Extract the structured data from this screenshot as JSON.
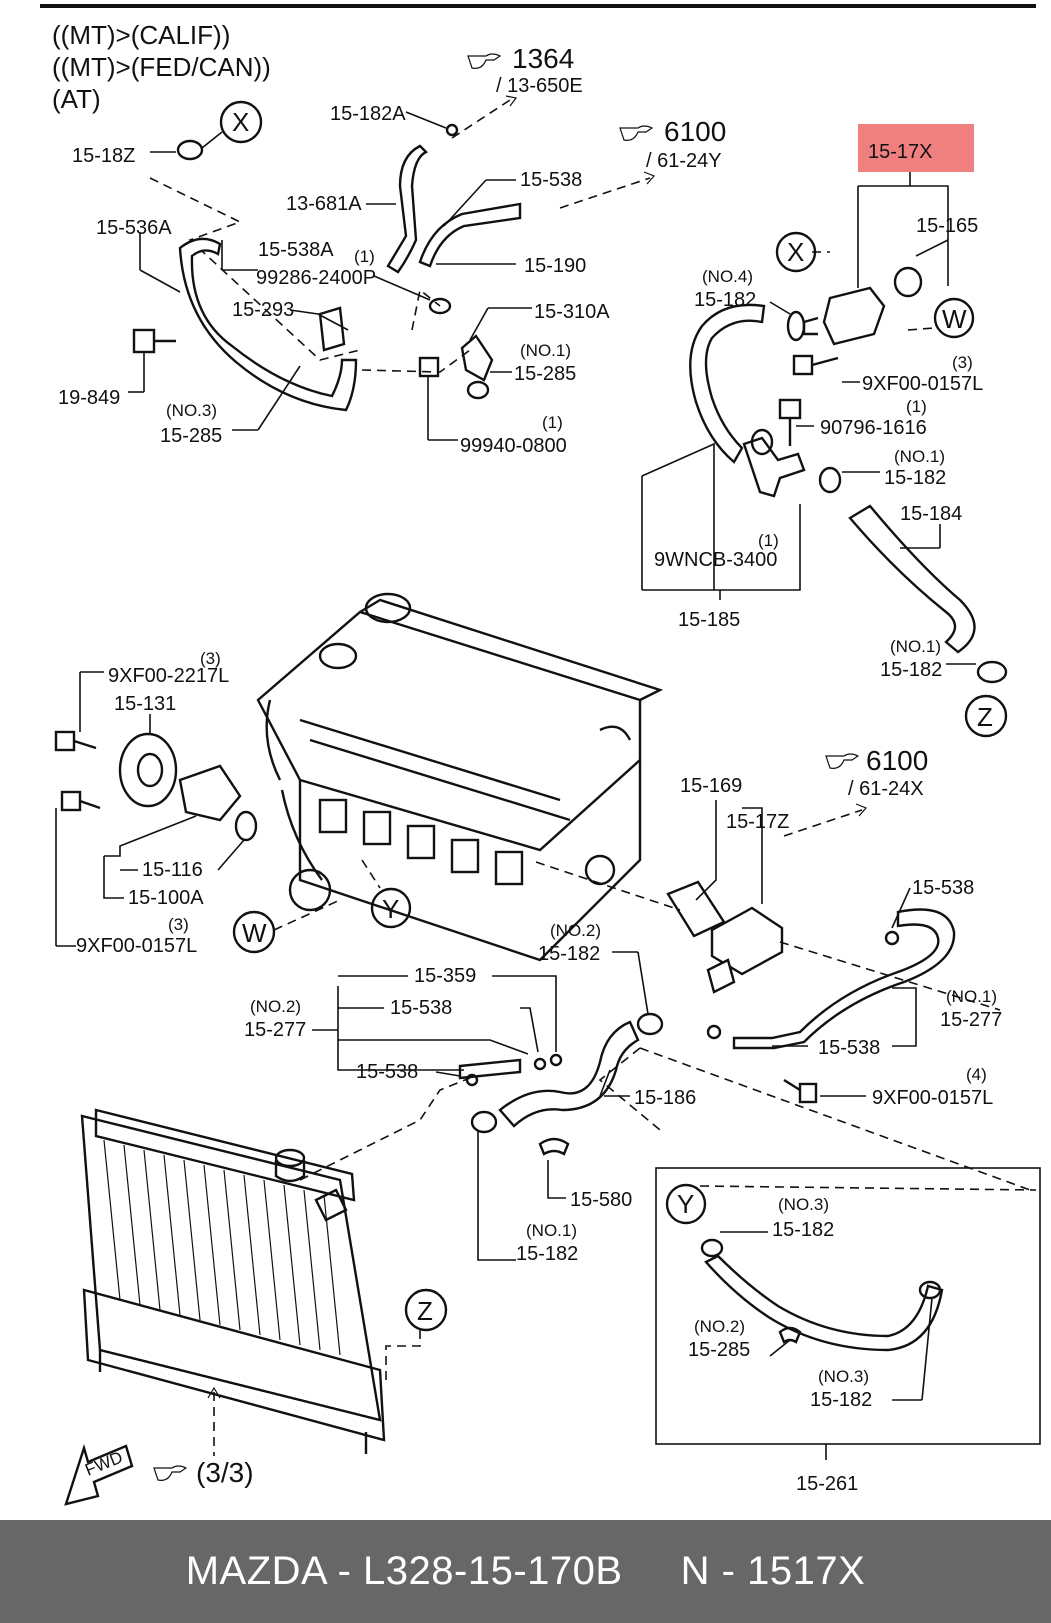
{
  "header_lines": [
    "((MT)>(CALIF))",
    "((MT)>(FED/CAN))",
    "(AT)"
  ],
  "references": {
    "ref_1364": {
      "num": "1364",
      "sub": "/ 13-650E"
    },
    "ref_6100_y": {
      "num": "6100",
      "sub": "/ 61-24Y"
    },
    "ref_6100_x": {
      "num": "6100",
      "sub": "/ 61-24X"
    },
    "ref_3_3": {
      "num": "(3/3)"
    }
  },
  "highlight": {
    "label": "15-17X",
    "color": "#f08080"
  },
  "circles": {
    "X1": "X",
    "X2": "X",
    "W1": "W",
    "W2": "W",
    "Y1": "Y",
    "Y2": "Y",
    "Z1": "Z",
    "Z2": "Z"
  },
  "fwd_label": "FWD",
  "labels": {
    "l15_18z": "15-18Z",
    "l15_182a": "15-182A",
    "l13_681a": "13-681A",
    "l15_538_top": "15-538",
    "l15_536a": "15-536A",
    "l15_538a": "15-538A",
    "q99286": "(1)",
    "l99286": "99286-2400P",
    "l15_190": "15-190",
    "l15_293": "15-293",
    "l15_310a": "15-310A",
    "q15_285_no1": "(NO.1)",
    "l15_285_no1": "15-285",
    "l19_849": "19-849",
    "q15_285_no3": "(NO.3)",
    "l15_285_no3": "15-285",
    "q99940": "(1)",
    "l99940": "99940-0800",
    "l15_165": "15-165",
    "q15_182_no4": "(NO.4)",
    "l15_182_no4": "15-182",
    "q9xf_0157_3a": "(3)",
    "l9xf_0157_a": "9XF00-0157L",
    "q90796": "(1)",
    "l90796": "90796-1616",
    "q15_182_no1a": "(NO.1)",
    "l15_182_no1a": "15-182",
    "l15_184": "15-184",
    "q9wncb": "(1)",
    "l9wncb": "9WNCB-3400",
    "l15_185": "15-185",
    "q15_182_no1b": "(NO.1)",
    "l15_182_no1b": "15-182",
    "q9xf_2217": "(3)",
    "l9xf_2217": "9XF00-2217L",
    "l15_131": "15-131",
    "l15_116": "15-116",
    "l15_100a": "15-100A",
    "q9xf_0157_3b": "(3)",
    "l9xf_0157_b": "9XF00-0157L",
    "l15_169": "15-169",
    "l15_17z": "15-17Z",
    "q15_182_no2": "(NO.2)",
    "l15_182_no2": "15-182",
    "l15_538_right": "15-538",
    "l15_359": "15-359",
    "q15_277_no2": "(NO.2)",
    "l15_277_no2": "15-277",
    "l15_538_mid": "15-538",
    "l15_538_left": "15-538",
    "q15_277_no1": "(NO.1)",
    "l15_277_no1": "15-277",
    "l15_538_low": "15-538",
    "q9xf_0157_4": "(4)",
    "l9xf_0157_c": "9XF00-0157L",
    "l15_186": "15-186",
    "l15_580": "15-580",
    "q15_182_no1c": "(NO.1)",
    "l15_182_no1c": "15-182",
    "q15_182_no3a": "(NO.3)",
    "l15_182_no3a": "15-182",
    "q15_285_no2": "(NO.2)",
    "l15_285_no2": "15-285",
    "q15_182_no3b": "(NO.3)",
    "l15_182_no3b": "15-182",
    "l15_261": "15-261"
  },
  "footer": {
    "text": "MAZDA - L328-15-170B     N - 1517X",
    "background": "#676767"
  }
}
